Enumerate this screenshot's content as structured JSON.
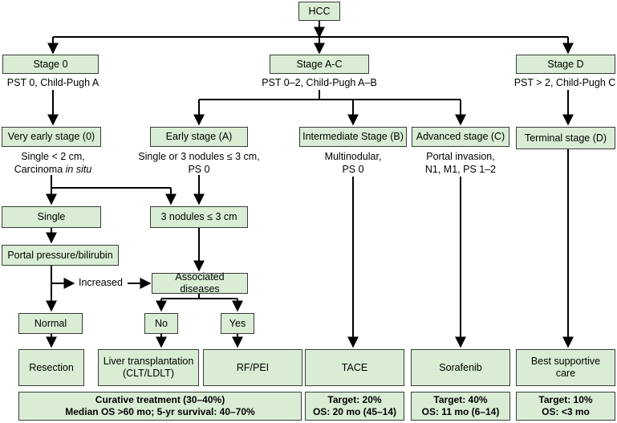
{
  "nodes": {
    "hcc": "HCC",
    "stage0": {
      "title": "Stage 0",
      "desc": "PST 0, Child-Pugh A"
    },
    "stageAC": {
      "title": "Stage A-C",
      "desc": "PST 0–2, Child-Pugh A–B"
    },
    "stageD": {
      "title": "Stage D",
      "desc": "PST > 2, Child-Pugh C"
    },
    "very_early": {
      "title": "Very early stage (0)",
      "desc_line1": "Single < 2 cm,",
      "desc_line2_text": "Carcinoma ",
      "desc_line2_italic": "in situ"
    },
    "early": {
      "title": "Early stage (A)",
      "desc_line1": "Single or 3 nodules ≤ 3 cm,",
      "desc_line2": "PS 0"
    },
    "intermediate": {
      "title": "Intermediate Stage (B)",
      "desc_line1": "Multinodular,",
      "desc_line2": "PS 0"
    },
    "advanced": {
      "title": "Advanced stage (C)",
      "desc_line1": "Portal invasion,",
      "desc_line2": "N1, M1, PS 1–2"
    },
    "terminal": {
      "title": "Terminal stage (D)"
    },
    "single": "Single",
    "three_nodules": "3 nodules ≤ 3 cm",
    "portal": "Portal pressure/bilirubin",
    "increased": "Increased",
    "associated": "Associated diseases",
    "normal": "Normal",
    "no": "No",
    "yes": "Yes"
  },
  "treatments": {
    "resection": "Resection",
    "liver_tx_line1": "Liver transplantation",
    "liver_tx_line2": "(CLT/LDLT)",
    "rfpei": "RF/PEI",
    "tace": "TACE",
    "sorafenib": "Sorafenib",
    "bsc_line1": "Best supportive",
    "bsc_line2": "care"
  },
  "outcomes": {
    "curative_line1": "Curative treatment (30–40%)",
    "curative_line2": "Median OS >60 mo; 5-yr survival: 40–70%",
    "tace_line1": "Target: 20%",
    "tace_line2": "OS: 20 mo (45–14)",
    "sorafenib_line1": "Target: 40%",
    "sorafenib_line2": "OS: 11 mo (6–14)",
    "bsc_line1": "Target: 10%",
    "bsc_line2": "OS: <3 mo"
  },
  "colors": {
    "box_fill": "#d9edd4",
    "box_border": "#3a3a3a",
    "line": "#000000"
  }
}
